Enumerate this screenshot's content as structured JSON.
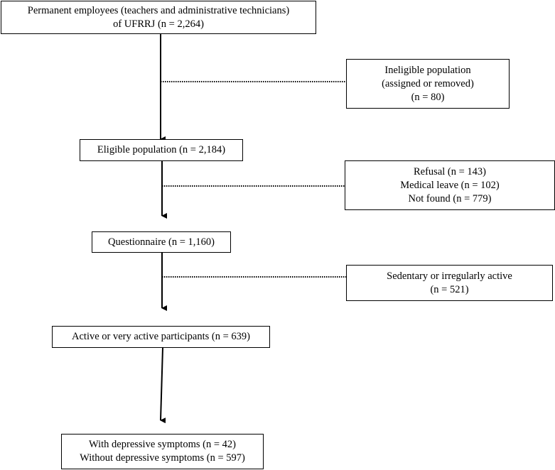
{
  "flowchart": {
    "permanent_employees": {
      "lines": [
        "Permanent employees (teachers and administrative technicians)",
        "of UFRRJ (n = 2,264)"
      ]
    },
    "ineligible_population": {
      "lines": [
        "Ineligible population",
        "(assigned or removed)",
        "(n = 80)"
      ]
    },
    "eligible_population": {
      "lines": [
        "Eligible population (n = 2,184)"
      ]
    },
    "exclusions": {
      "lines": [
        "Refusal  (n = 143)",
        "Medical leave (n = 102)",
        "Not found (n = 779)"
      ]
    },
    "questionnaire": {
      "lines": [
        "Questionnaire (n = 1,160)"
      ]
    },
    "sedentary": {
      "lines": [
        "Sedentary or irregularly active",
        "(n = 521)"
      ]
    },
    "active_participants": {
      "lines": [
        "Active or very active participants (n = 639)"
      ]
    },
    "depressive_symptoms": {
      "lines": [
        "With depressive symptoms (n = 42)",
        "Without depressive symptoms (n = 597)"
      ]
    }
  },
  "colors": {
    "line": "#000000",
    "box_border": "#000000",
    "background": "#ffffff"
  }
}
